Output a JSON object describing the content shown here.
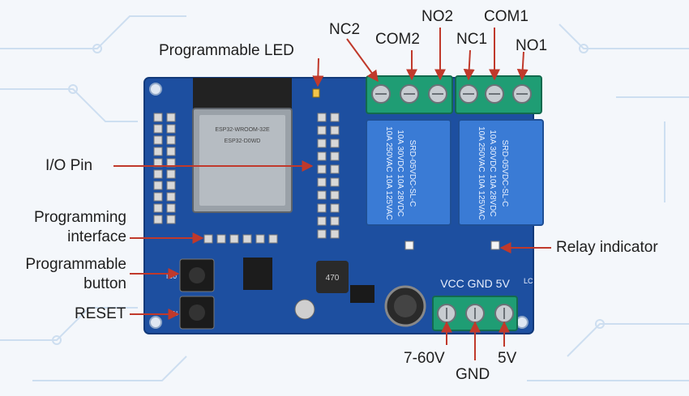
{
  "labels": {
    "programmable_led": "Programmable LED",
    "io_pin": "I/O Pin",
    "programming_interface_l1": "Programming",
    "programming_interface_l2": "interface",
    "programmable_button_l1": "Programmable",
    "programmable_button_l2": "button",
    "reset": "RESET",
    "relay_indicator": "Relay indicator",
    "nc2": "NC2",
    "com2": "COM2",
    "no2": "NO2",
    "nc1": "NC1",
    "com1": "COM1",
    "no1": "NO1",
    "v_7_60": "7-60V",
    "gnd": "GND",
    "v_5": "5V"
  },
  "board_text": {
    "module_line1": "ESP32-WROOM-32E",
    "module_line2": "ESP32-D0WD",
    "relay_text_l1": "10A 250VAC  10A 125VAC",
    "relay_text_l2": "10A 30VDC  10A 28VDC",
    "relay_model": "SRD-05VDC-SL-C",
    "power_silk": "VCC GND 5V",
    "inductor": "470",
    "btn_io0": "IO0",
    "btn_en": "EN",
    "lc": "LC"
  },
  "colors": {
    "label_text": "#1e1e1e",
    "arrow": "#c0392b",
    "pcb": "#1d4fa0",
    "terminal": "#1f9d74",
    "relay": "#3a7bd5",
    "background": "#f4f7fb"
  }
}
